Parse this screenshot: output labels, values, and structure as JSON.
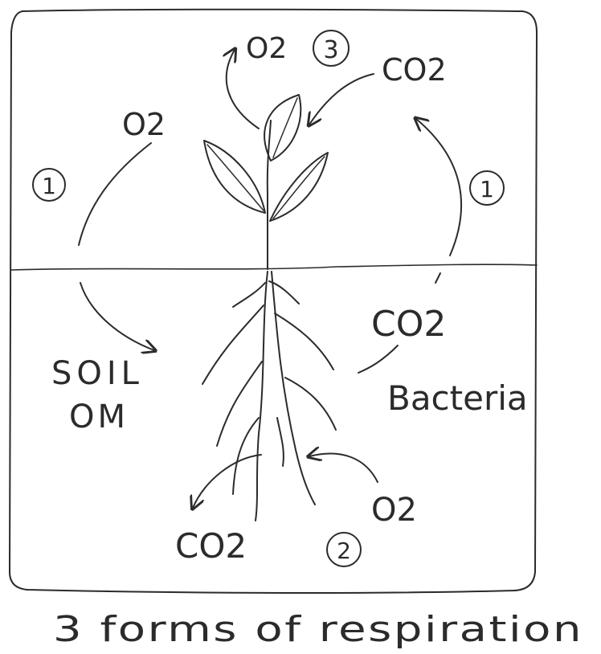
{
  "title": "3 forms of respiration",
  "labels": {
    "o2_leaf": "O2",
    "num_3": "3",
    "co2_leaf": "CO2",
    "o2_left": "O2",
    "num_1_left": "1",
    "num_1_right": "1",
    "soil": "SOIL",
    "om": "OM",
    "co2_bacteria": "CO2",
    "bacteria": "Bacteria",
    "o2_root": "O2",
    "co2_root": "CO2",
    "num_2": "2"
  },
  "colors": {
    "ink": "#2b2b2b",
    "background": "#ffffff"
  }
}
